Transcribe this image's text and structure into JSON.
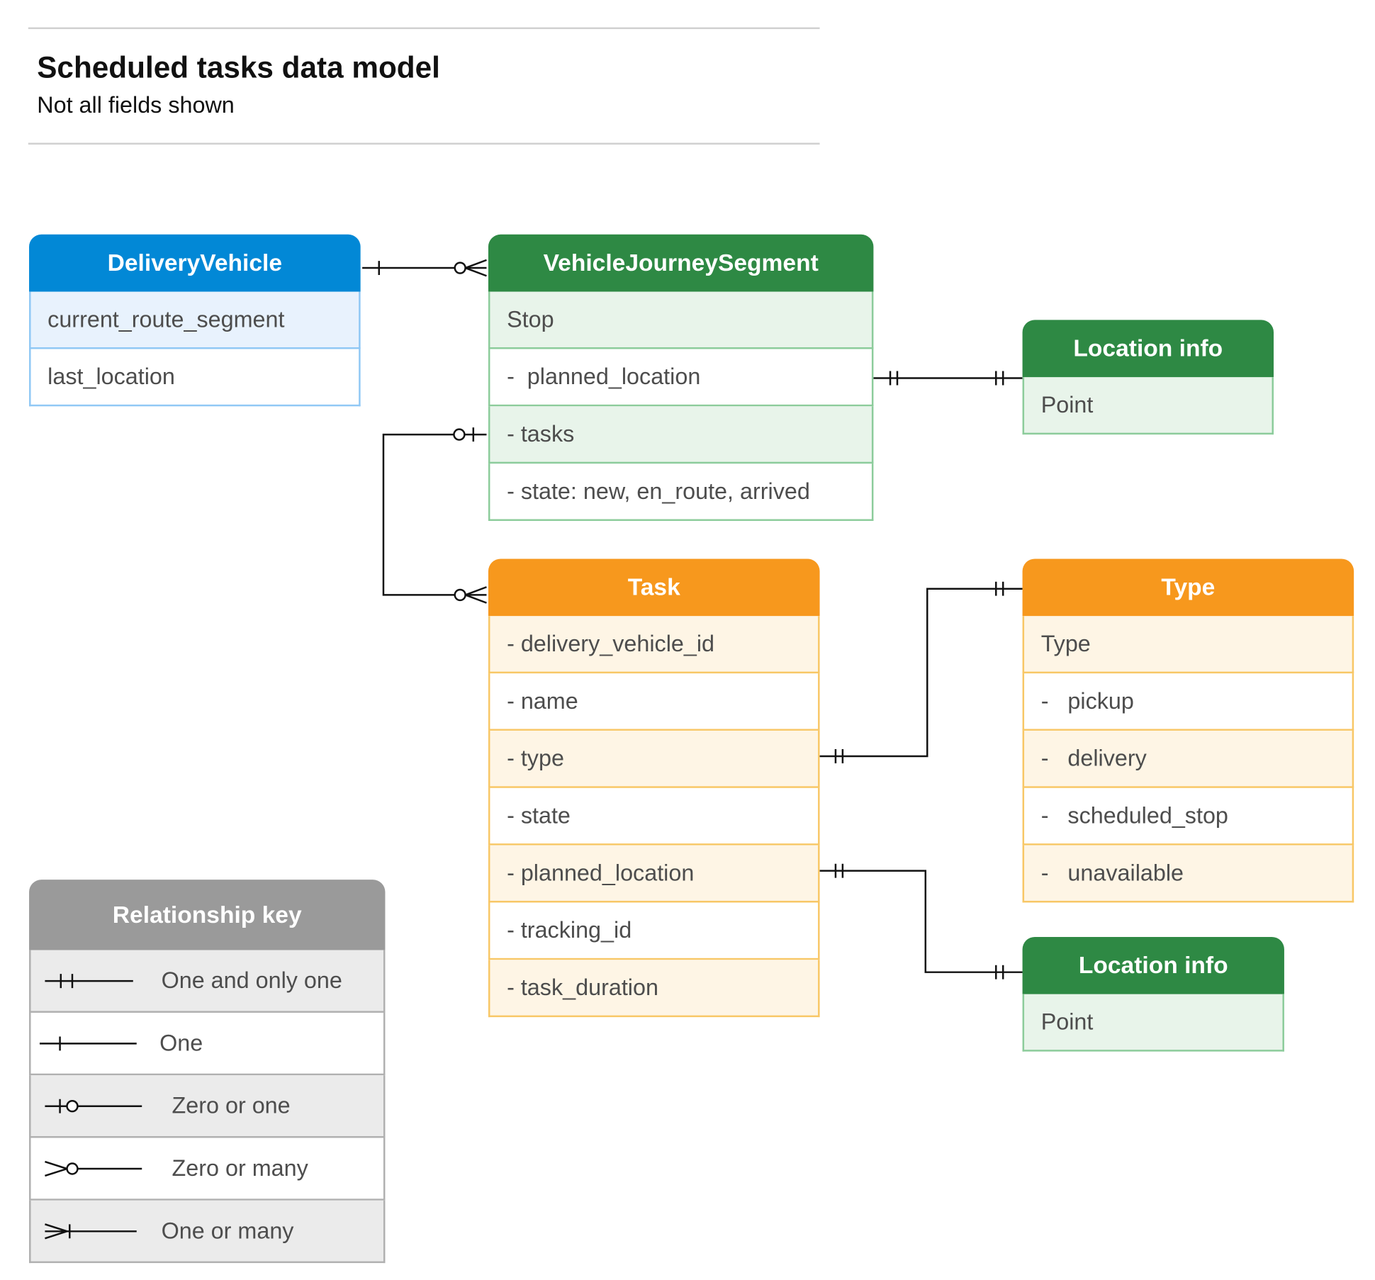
{
  "header": {
    "title": "Scheduled tasks data model",
    "subtitle": "Not all fields shown"
  },
  "entities": {
    "delivery_vehicle": {
      "title": "DeliveryVehicle",
      "color": "#0288d6",
      "fields": [
        "current_route_segment",
        "last_location"
      ]
    },
    "vehicle_journey_segment": {
      "title": "VehicleJourneySegment",
      "color": "#2e8944",
      "fields": [
        "Stop",
        "-  planned_location",
        "- tasks",
        "- state: new, en_route, arrived"
      ]
    },
    "location_info_1": {
      "title": "Location info",
      "color": "#2e8944",
      "fields": [
        "Point"
      ]
    },
    "task": {
      "title": "Task",
      "color": "#f7981d",
      "fields": [
        "- delivery_vehicle_id",
        "- name",
        "- type",
        "- state",
        "- planned_location",
        "- tracking_id",
        "- task_duration"
      ]
    },
    "type": {
      "title": "Type",
      "color": "#f7981d",
      "fields": [
        "Type",
        "-   pickup",
        "-   delivery",
        "-   scheduled_stop",
        "-   unavailable"
      ]
    },
    "location_info_2": {
      "title": "Location info",
      "color": "#2e8944",
      "fields": [
        "Point"
      ]
    }
  },
  "relationships": [
    {
      "from": "DeliveryVehicle",
      "from_card": "one",
      "to": "VehicleJourneySegment",
      "to_card": "zero-or-many"
    },
    {
      "from": "VehicleJourneySegment.tasks",
      "from_card": "zero-or-one",
      "to": "Task",
      "to_card": "zero-or-many"
    },
    {
      "from": "VehicleJourneySegment.planned_location",
      "from_card": "one-and-only-one",
      "to": "Location info",
      "to_card": "one-and-only-one"
    },
    {
      "from": "Task.type",
      "from_card": "one-and-only-one",
      "to": "Type",
      "to_card": "one-and-only-one"
    },
    {
      "from": "Task.planned_location",
      "from_card": "one-and-only-one",
      "to": "Location info",
      "to_card": "one-and-only-one"
    }
  ],
  "legend": {
    "title": "Relationship key",
    "items": [
      {
        "label": "One and only one",
        "symbol": "one-and-only-one"
      },
      {
        "label": "One",
        "symbol": "one"
      },
      {
        "label": "Zero or one",
        "symbol": "zero-or-one"
      },
      {
        "label": "Zero or many",
        "symbol": "zero-or-many"
      },
      {
        "label": "One or many",
        "symbol": "one-or-many"
      }
    ]
  }
}
